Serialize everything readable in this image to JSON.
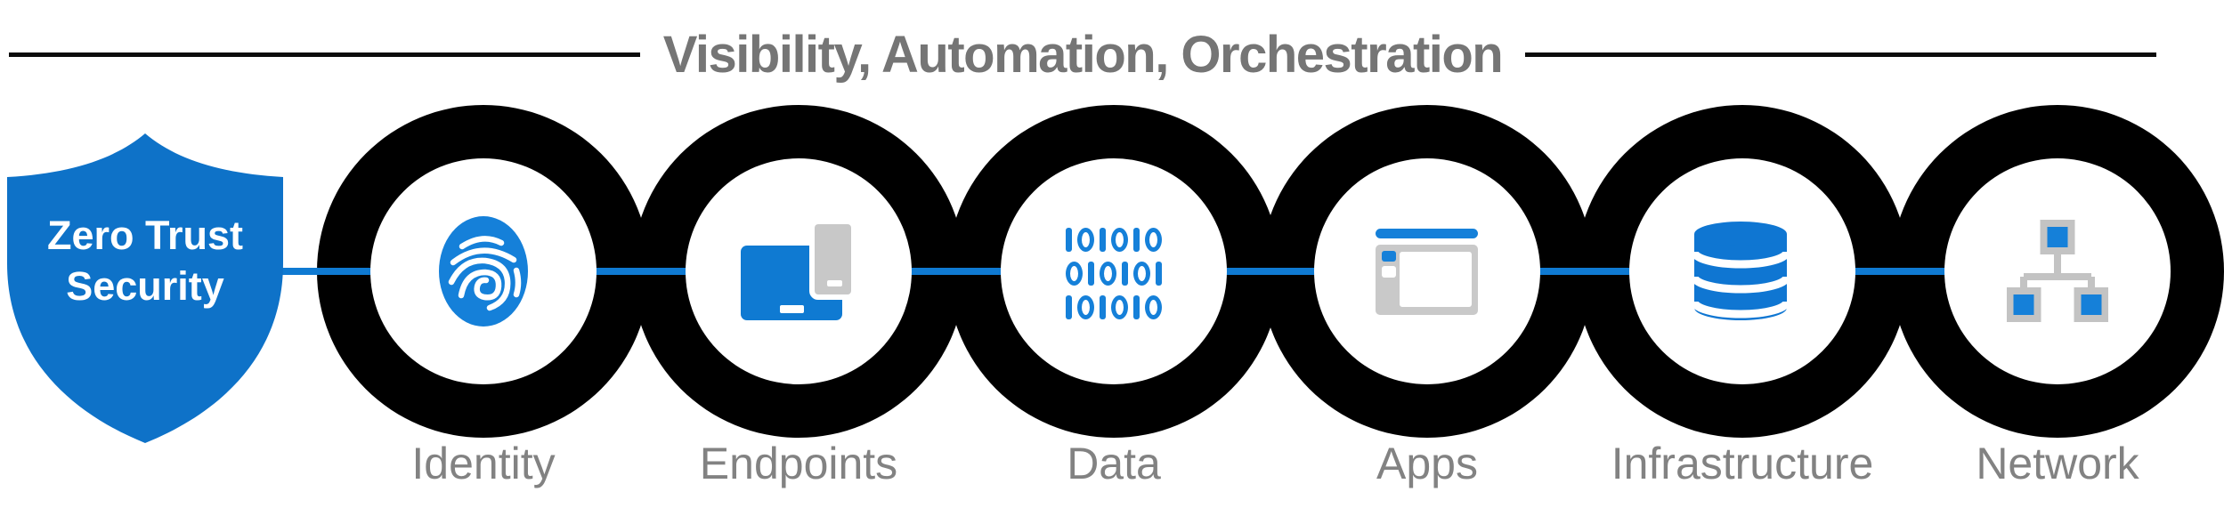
{
  "header": {
    "title": "Visibility, Automation, Orchestration"
  },
  "shield": {
    "line1": "Zero Trust",
    "line2": "Security"
  },
  "nodes": [
    {
      "label": "Identity",
      "icon": "fingerprint-icon"
    },
    {
      "label": "Endpoints",
      "icon": "devices-icon"
    },
    {
      "label": "Data",
      "icon": "binary-icon",
      "binary_rows": [
        "101010",
        "010101",
        "101010"
      ]
    },
    {
      "label": "Apps",
      "icon": "app-window-icon"
    },
    {
      "label": "Infrastructure",
      "icon": "database-icon"
    },
    {
      "label": "Network",
      "icon": "sitemap-icon"
    }
  ],
  "colors": {
    "shield_blue": "#0e72c8",
    "connector_blue": "#0f7ad2",
    "icon_blue": "#1580d9",
    "icon_gray": "#c8c8c8",
    "ring_black": "#000000",
    "title_gray": "#757575",
    "label_gray": "#828282"
  }
}
